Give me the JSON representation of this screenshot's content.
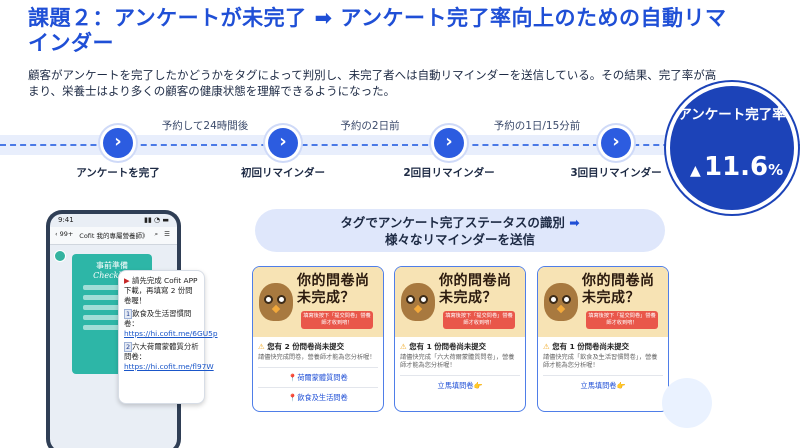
{
  "title": "課題２：アンケートが未完了 ➡ アンケート完了率向上のための自動リマインダー",
  "description": "顧客がアンケートを完了したかどうかをタグによって判別し、未完了者へは自動リマインダーを送信している。その結果、完了率が高まり、栄養士はより多くの顧客の健康状態を理解できるようになった。",
  "timeline": {
    "steps": [
      "アンケートを完了",
      "初回リマインダー",
      "2回目リマインダー",
      "3回目リマインダー"
    ],
    "intervals": [
      "予約して24時間後",
      "予約の2日前",
      "予約の1日/15分前"
    ],
    "node_glyph": "›"
  },
  "rate": {
    "label": "アンケート完了率",
    "arrow": "▲",
    "value": "11.6",
    "unit": "%"
  },
  "phone": {
    "time": "9:41",
    "status_icons": "▮▮ ◔ ▬",
    "back": "‹ 99+",
    "chat_title": "Cofit 我的專屬營養師》",
    "chat_icons": "⌕ ☰",
    "checklist_title": "事前準備",
    "checklist_subtitle": "Checklist"
  },
  "bubble": {
    "line1": "請先完成 Cofit APP 下載，再填寫 2 份問卷喔！",
    "flag": "▶",
    "item1_num": "1",
    "item1_text": "飲食及生活習慣問卷：",
    "item1_link": "https://hi.cofit.me/6GU5p",
    "item2_num": "2",
    "item2_text": "六大荷爾蒙體質分析問卷：",
    "item2_link": "https://hi.cofit.me/fl97W"
  },
  "tag_box": {
    "line1": "タグでアンケート完了ステータスの識別",
    "arrow": "➡",
    "line2": "様々なリマインダーを送信"
  },
  "cards": [
    {
      "banner_title": "你的問卷尚未完成？",
      "ribbon": "填寫後按下「提交問卷」營養師才收到唷！",
      "notice": "您有 2 份問卷尚未提交",
      "text": "請儘快完成問卷，營養師才能為您分析喔！",
      "links": [
        "荷爾蒙體質問卷",
        "飲食及生活問卷"
      ],
      "link_icon": "📍"
    },
    {
      "banner_title": "你的問卷尚未完成？",
      "ribbon": "填寫後按下「提交問卷」營養師才收到唷！",
      "notice": "您有 1 份問卷尚未提交",
      "text": "請儘快完成「六大荷爾蒙體質問卷」，營養師才能為您分析喔！",
      "links": [
        "立馬填問卷"
      ],
      "link_icon": "👉"
    },
    {
      "banner_title": "你的問卷尚未完成？",
      "ribbon": "填寫後按下「提交問卷」營養師才收到唷！",
      "notice": "您有 1 份問卷尚未提交",
      "text": "請儘快完成「飲食及生活習慣問卷」，營養師才能為您分析喔！",
      "links": [
        "立馬填問卷"
      ],
      "link_icon": "👉"
    }
  ],
  "warn_icon": "⚠",
  "colors": {
    "accent": "#1f4fd6",
    "circle": "#1c43b8",
    "card_border": "#4f7ee8",
    "checklist": "#2db6a7"
  }
}
